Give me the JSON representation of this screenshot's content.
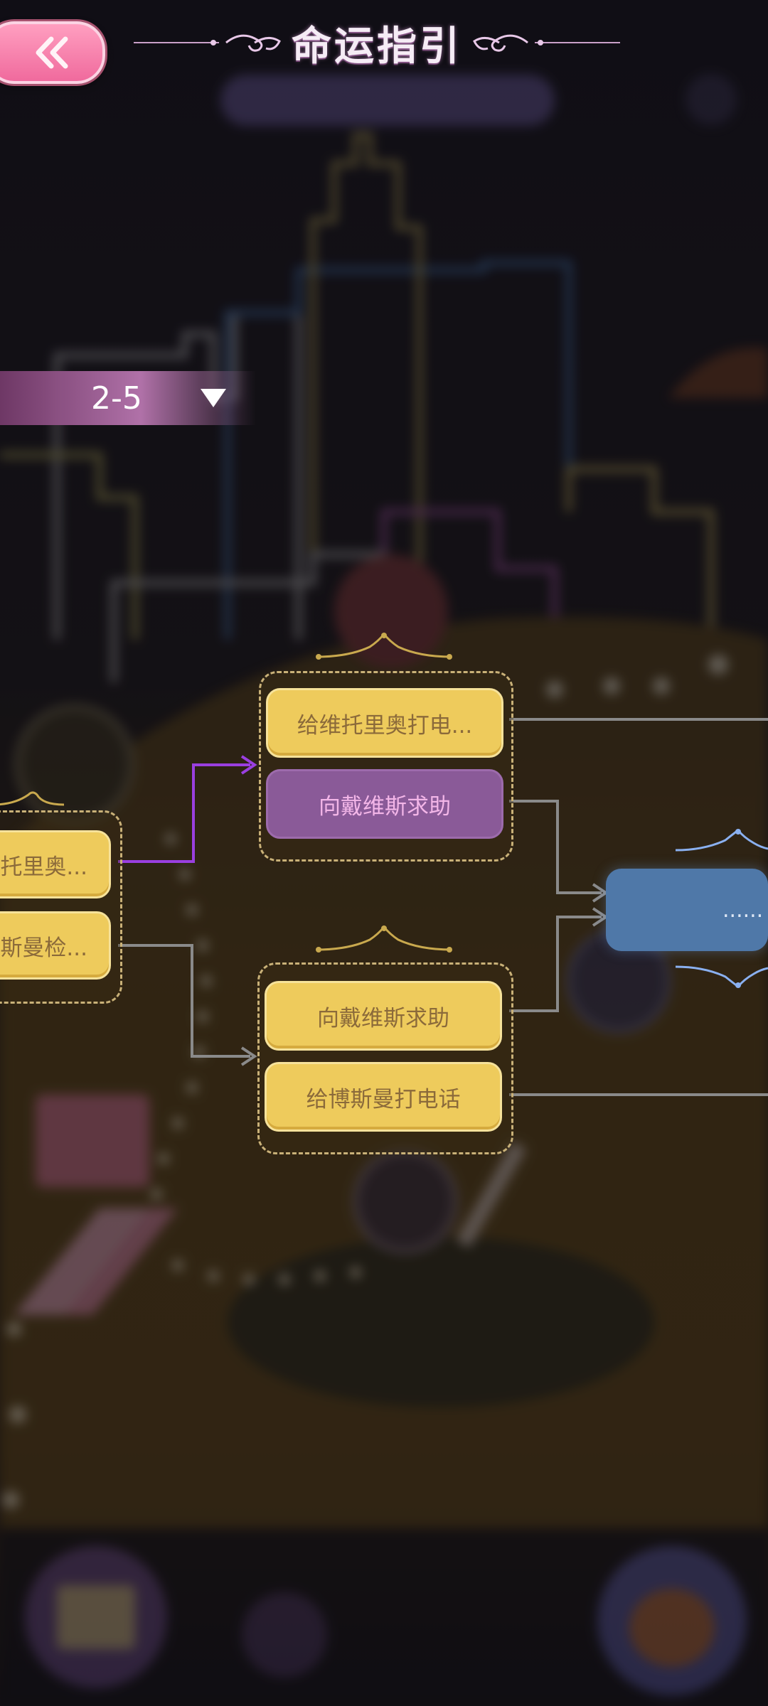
{
  "header": {
    "title": "命运指引",
    "back_icon": "double-chevron-left-icon"
  },
  "level_selector": {
    "value": "2-5",
    "icon": "triangle-down-icon"
  },
  "groups": [
    {
      "id": "left",
      "choices": [
        {
          "label": "托里奥...",
          "style": "yellow"
        },
        {
          "label": "斯曼检...",
          "style": "yellow"
        }
      ]
    },
    {
      "id": "upper",
      "choices": [
        {
          "label": "给维托里奥打电...",
          "style": "yellow"
        },
        {
          "label": "向戴维斯求助",
          "style": "purple"
        }
      ]
    },
    {
      "id": "lower",
      "choices": [
        {
          "label": "向戴维斯求助",
          "style": "yellow"
        },
        {
          "label": "给博斯曼打电话",
          "style": "yellow"
        }
      ]
    }
  ],
  "result_node": {
    "label": "......"
  },
  "colors": {
    "choice_yellow": "#eecb5c",
    "choice_text": "#8b6a3a",
    "choice_selected": "#8a5a98",
    "path_active": "#9a3fe0",
    "path_inactive": "#8a8a8a",
    "result_blue": "#4f78a8",
    "back_pink": "#f06a9d"
  }
}
